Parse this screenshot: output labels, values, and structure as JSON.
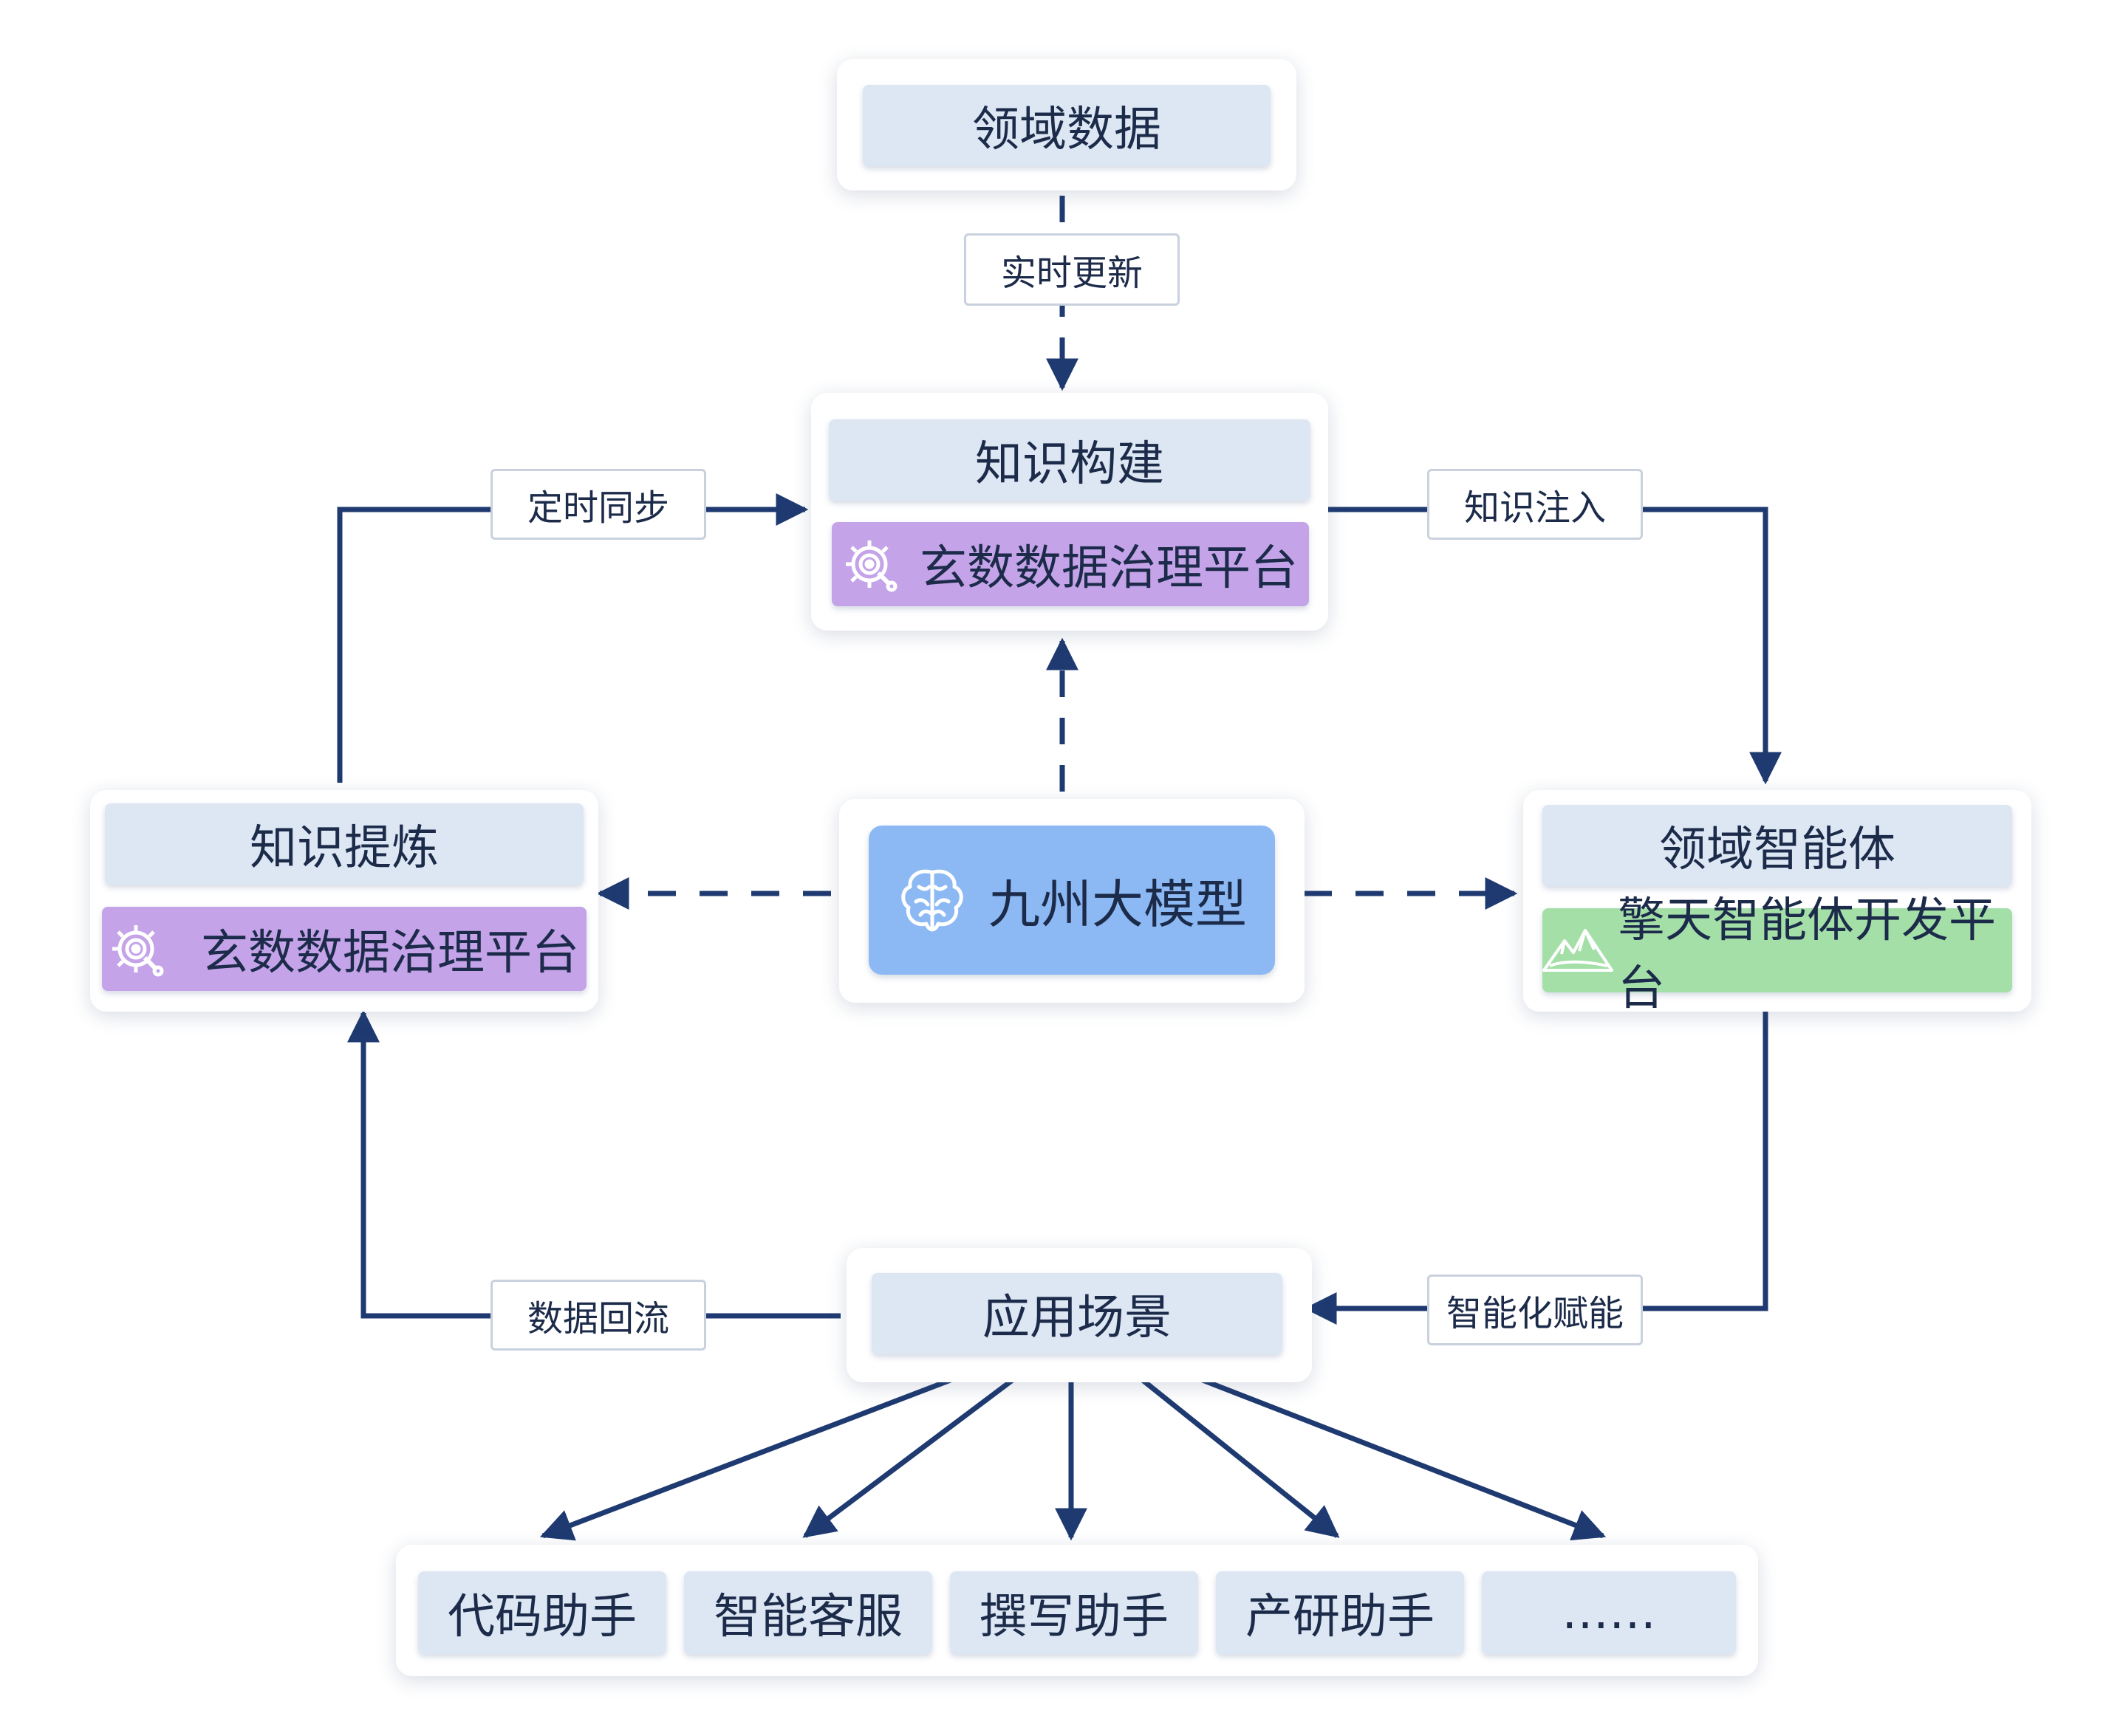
{
  "nodes": {
    "domain_data": "领域数据",
    "knowledge_build": "知识构建",
    "knowledge_build_platform": "玄数数据治理平台",
    "knowledge_refine": "知识提炼",
    "knowledge_refine_platform": "玄数数据治理平台",
    "model": "九州大模型",
    "domain_agent": "领域智能体",
    "agent_platform": "擎天智能体开发平台",
    "scenarios": "应用场景"
  },
  "edge_labels": {
    "realtime_update": "实时更新",
    "scheduled_sync": "定时同步",
    "knowledge_inject": "知识注入",
    "data_backflow": "数据回流",
    "intelligent_empower": "智能化赋能"
  },
  "applications": [
    "代码助手",
    "智能客服",
    "撰写助手",
    "产研助手",
    "……"
  ],
  "icons": {
    "governance_platform": "gear-data-icon",
    "model": "brain-icon",
    "agent_platform": "mountain-icon"
  },
  "colors": {
    "edge": "#1e3a70",
    "bar_light": "#dde7f3",
    "platform_purple": "#c4a3e8",
    "platform_green": "#a4dfa8",
    "model_blue": "#8cb9f3"
  }
}
